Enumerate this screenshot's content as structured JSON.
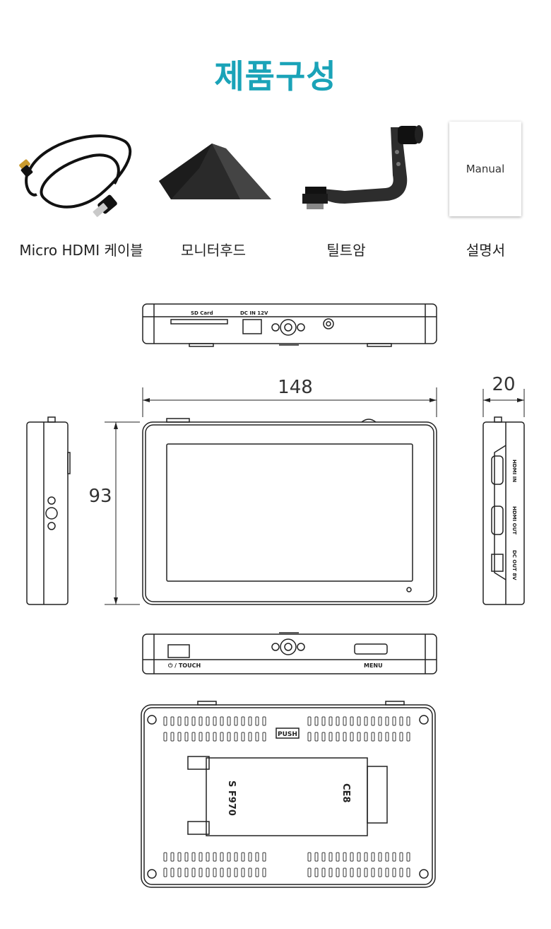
{
  "header": {
    "title": "제품구성"
  },
  "items": [
    {
      "label": "Micro HDMI 케이블",
      "icon": "hdmi-cable"
    },
    {
      "label": "모니터후드",
      "icon": "monitor-hood"
    },
    {
      "label": "틸트암",
      "icon": "tilt-arm"
    },
    {
      "label": "설명서",
      "icon": "manual"
    }
  ],
  "manual_card_text": "Manual",
  "top_view": {
    "sd_card": "SD Card",
    "dc_in": "DC IN 12V"
  },
  "dimensions": {
    "width": "148",
    "height": "93",
    "depth": "20"
  },
  "side_view": {
    "hdmi_in": "HDMI IN",
    "hdmi_out": "HDMI OUT",
    "dc_out": "DC OUT 8V"
  },
  "bottom_view": {
    "power": "⏻ / TOUCH",
    "menu": "MENU"
  },
  "back_view": {
    "push": "PUSH",
    "battery_left": "S F970",
    "battery_right": "CE8"
  }
}
